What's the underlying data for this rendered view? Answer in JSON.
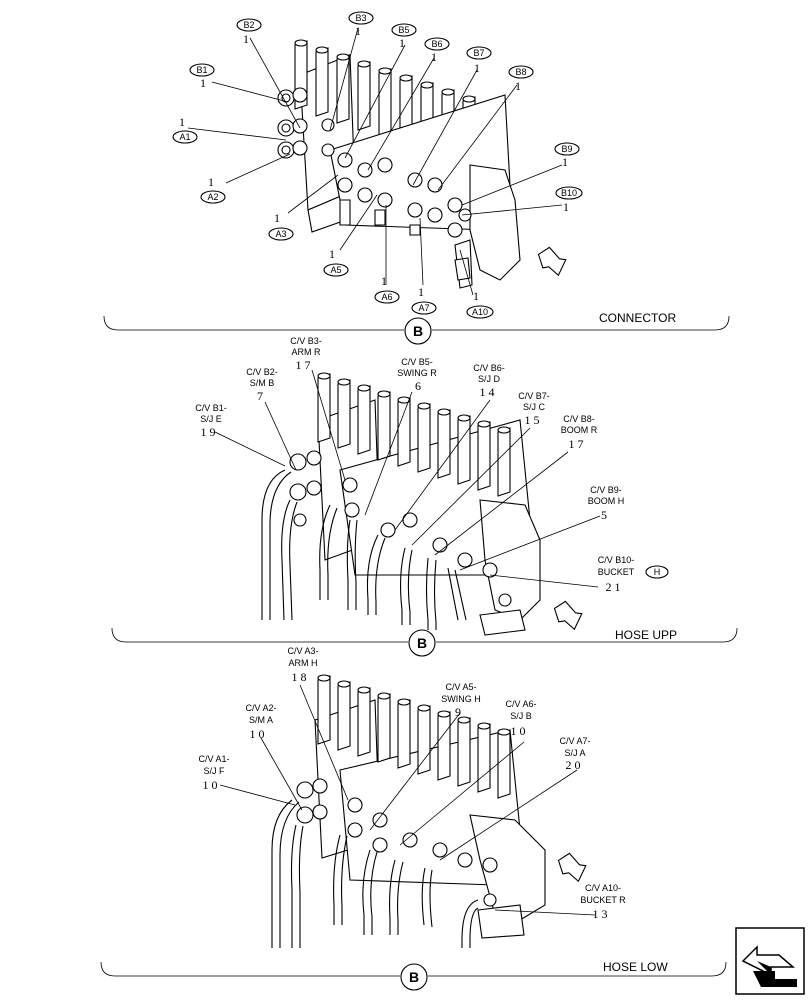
{
  "connector": {
    "title": "CONNECTOR",
    "section_letter": "B",
    "labels": [
      {
        "tag": "B1",
        "num": "1"
      },
      {
        "tag": "B2",
        "num": "1"
      },
      {
        "tag": "B3",
        "num": "1"
      },
      {
        "tag": "B5",
        "num": "1"
      },
      {
        "tag": "B6",
        "num": "1"
      },
      {
        "tag": "B7",
        "num": "1"
      },
      {
        "tag": "B8",
        "num": "1"
      },
      {
        "tag": "B9",
        "num": "1"
      },
      {
        "tag": "B10",
        "num": "1"
      },
      {
        "tag": "A1",
        "num": "1"
      },
      {
        "tag": "A2",
        "num": "1"
      },
      {
        "tag": "A3",
        "num": "1"
      },
      {
        "tag": "A5",
        "num": "1"
      },
      {
        "tag": "A6",
        "num": "1"
      },
      {
        "tag": "A7",
        "num": "1"
      },
      {
        "tag": "A10",
        "num": "1"
      }
    ]
  },
  "hose_upp": {
    "title": "HOSE UPP",
    "section_letter": "B",
    "labels": [
      {
        "l1": "C/V B1-",
        "l2": "S/J E",
        "num": "1 9"
      },
      {
        "l1": "C/V B2-",
        "l2": "S/M B",
        "num": "7"
      },
      {
        "l1": "C/V B3-",
        "l2": "ARM R",
        "num": "1 7"
      },
      {
        "l1": "C/V B5-",
        "l2": "SWING R",
        "num": "6"
      },
      {
        "l1": "C/V B6-",
        "l2": "S/J D",
        "num": "1 4"
      },
      {
        "l1": "C/V B7-",
        "l2": "S/J C",
        "num": "1 5"
      },
      {
        "l1": "C/V B8-",
        "l2": "BOOM R",
        "num": "1 7"
      },
      {
        "l1": "C/V B9-",
        "l2": "BOOM H",
        "num": "5"
      },
      {
        "l1": "C/V B10-",
        "l2": "BUCKET",
        "num": "2 1",
        "badge": "H"
      }
    ]
  },
  "hose_low": {
    "title": "HOSE LOW",
    "section_letter": "B",
    "labels": [
      {
        "l1": "C/V A1-",
        "l2": "S/J F",
        "num": "1 0"
      },
      {
        "l1": "C/V A2-",
        "l2": "S/M A",
        "num": "1 0"
      },
      {
        "l1": "C/V A3-",
        "l2": "ARM H",
        "num": "1 8"
      },
      {
        "l1": "C/V A5-",
        "l2": "SWING H",
        "num": "9"
      },
      {
        "l1": "C/V A6-",
        "l2": "S/J B",
        "num": "1 0"
      },
      {
        "l1": "C/V A7-",
        "l2": "S/J A",
        "num": "2 0"
      },
      {
        "l1": "C/V A10-",
        "l2": "BUCKET R",
        "num": "1 3"
      }
    ]
  }
}
